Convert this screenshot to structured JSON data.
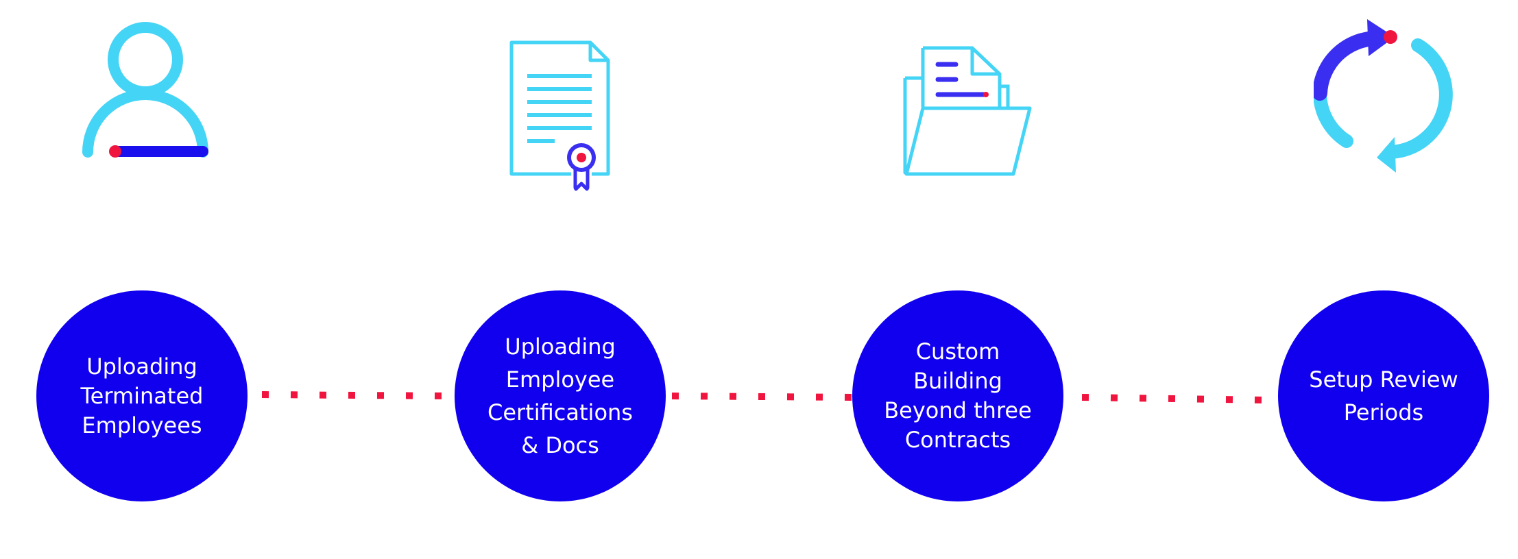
{
  "colors": {
    "circle": "#1100ee",
    "icon_light": "#44d4f5",
    "icon_dark": "#3a2ff0",
    "accent_red": "#f0153f",
    "connector": "#f0153f"
  },
  "steps": [
    {
      "label": "Uploading\nTerminated\nEmployees",
      "icon": "user-icon"
    },
    {
      "label": "Uploading\nEmployee\nCertifications\n& Docs",
      "icon": "certificate-icon"
    },
    {
      "label": "Custom\nBuilding\nBeyond three\nContracts",
      "icon": "folder-icon"
    },
    {
      "label": "Setup Review\nPeriods",
      "icon": "refresh-icon"
    }
  ]
}
